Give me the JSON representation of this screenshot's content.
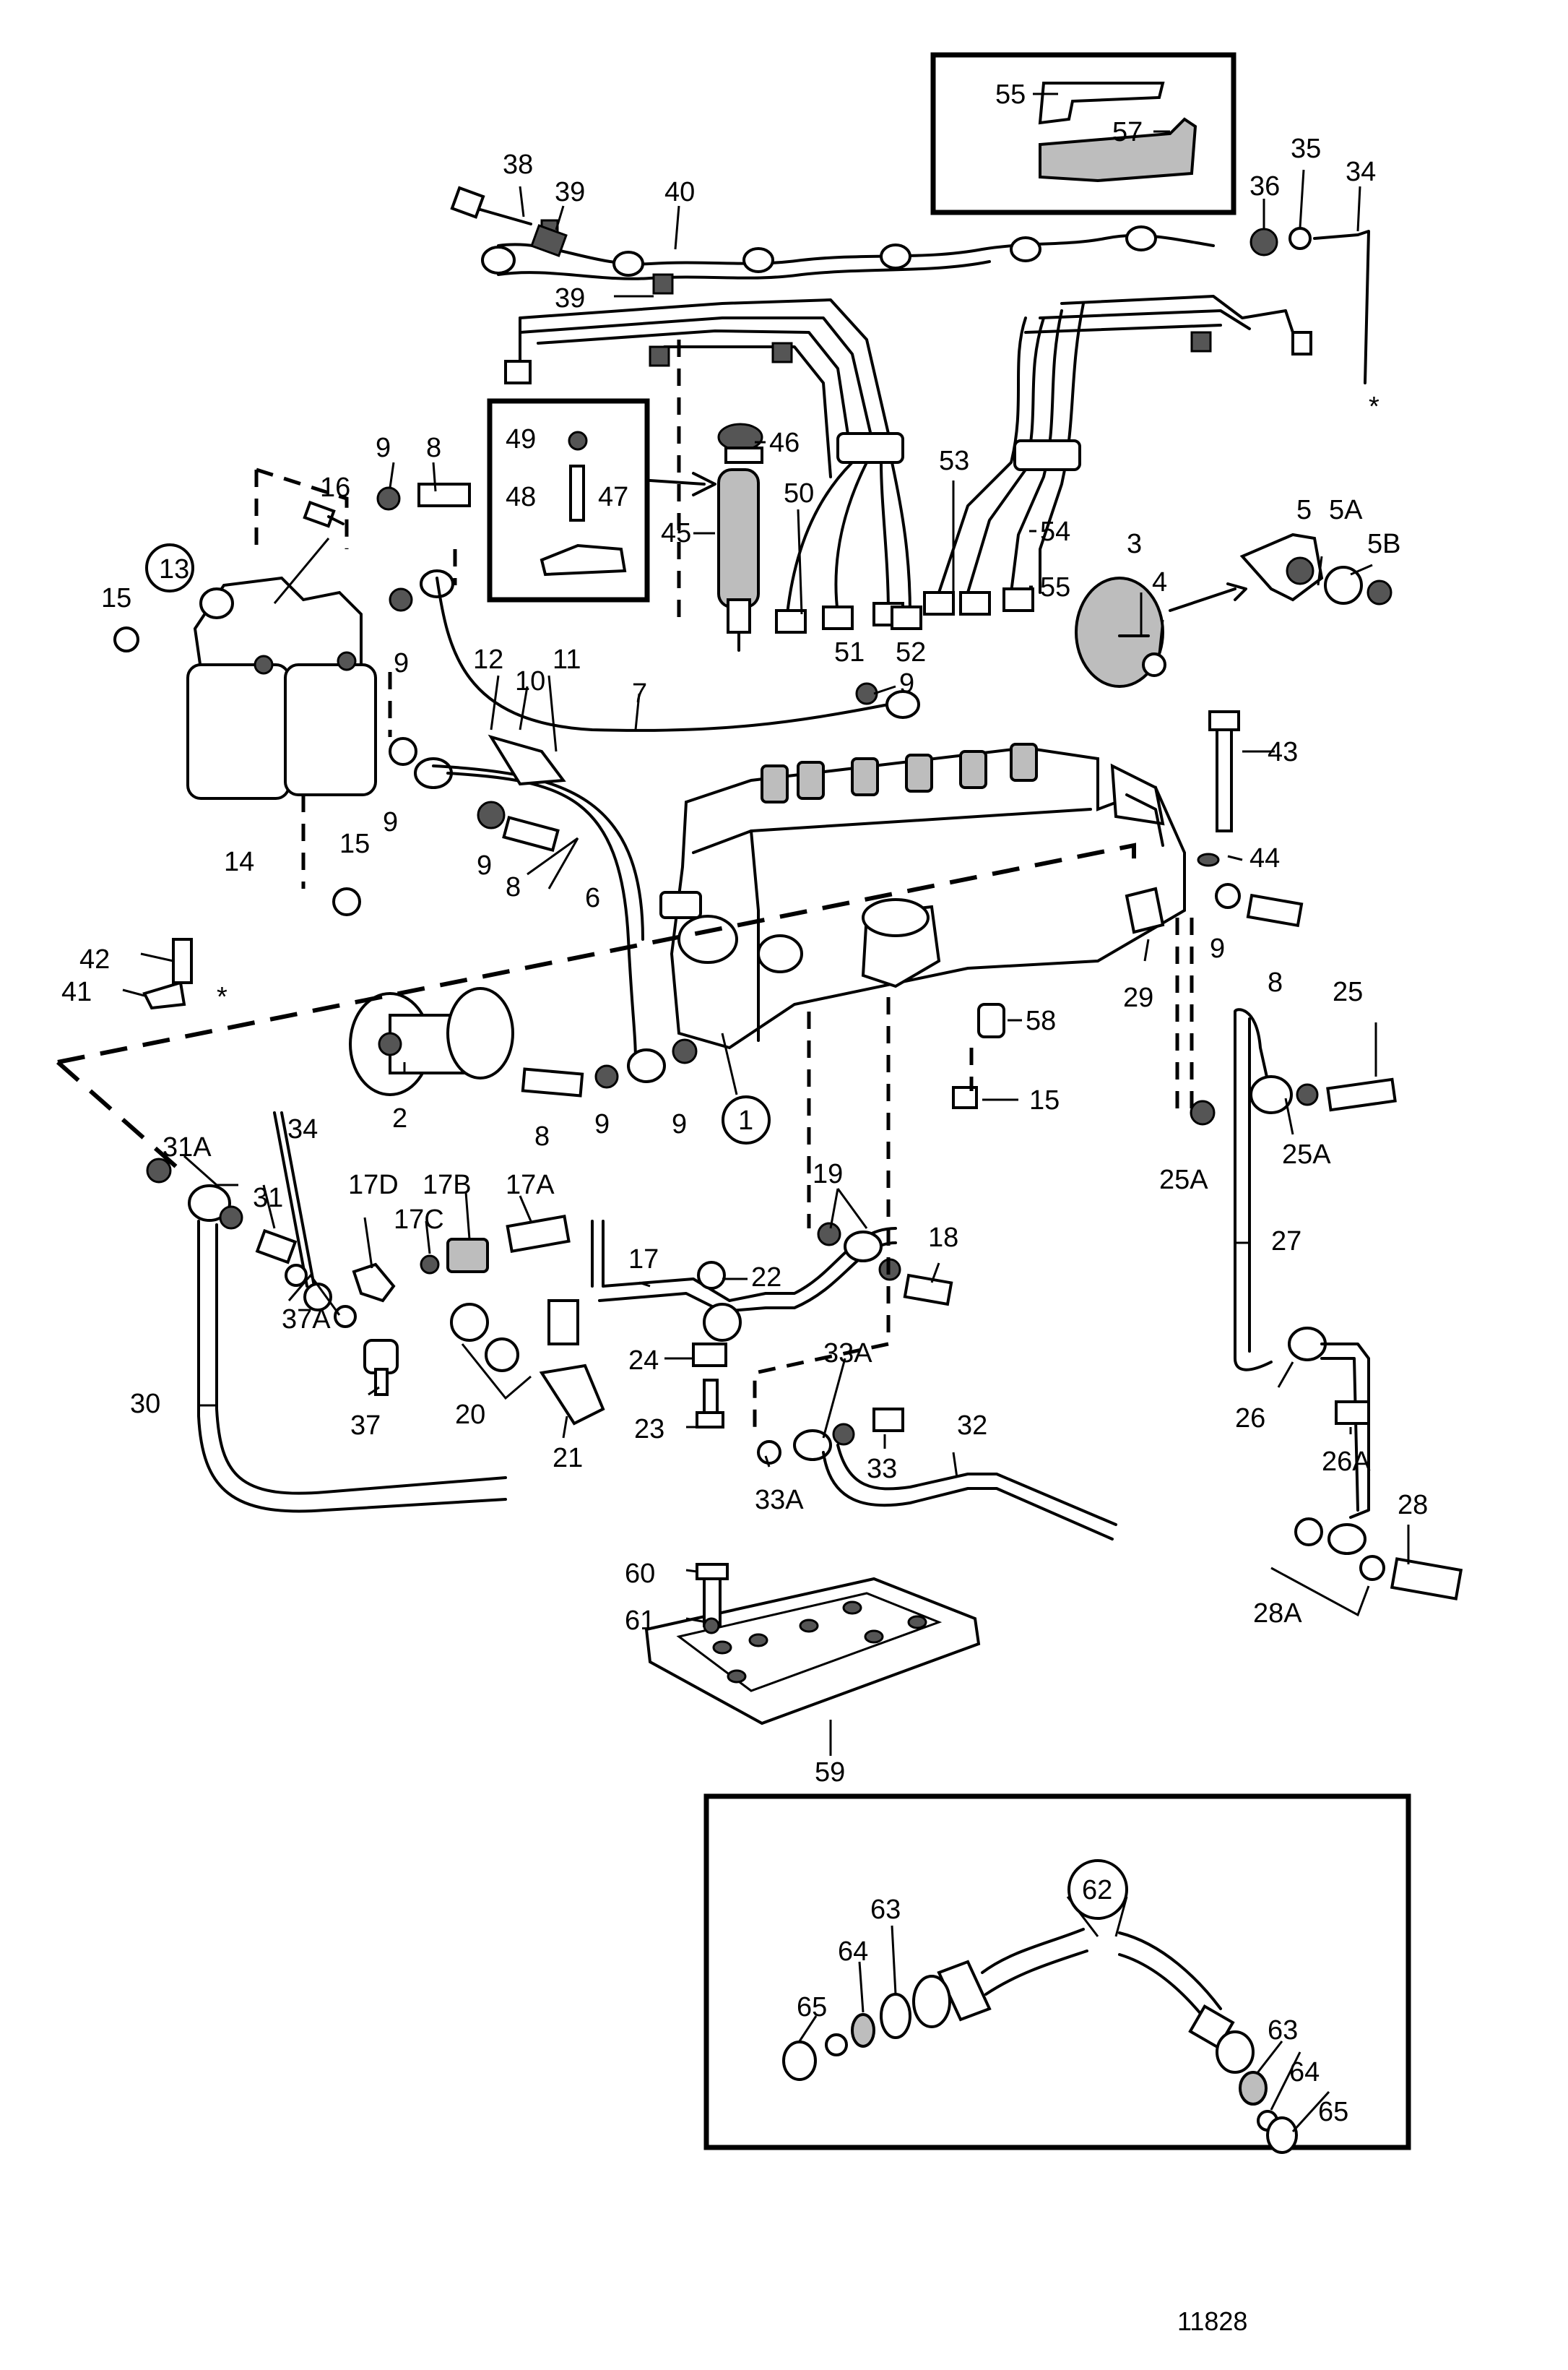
{
  "reference_number": "11828",
  "callouts": {
    "c1": "1",
    "c2": "2",
    "c3": "3",
    "c4": "4",
    "c5": "5",
    "c5A": "5A",
    "c5B": "5B",
    "c6": "6",
    "c7": "7",
    "c8a": "8",
    "c8b": "8",
    "c8c": "8",
    "c8d": "8",
    "c9a": "9",
    "c9b": "9",
    "c9c": "9",
    "c9d": "9",
    "c9e": "9",
    "c9f": "9",
    "c9g": "9",
    "c9h": "9",
    "c10": "10",
    "c11": "11",
    "c12": "12",
    "c13": "13",
    "c14": "14",
    "c15a": "15",
    "c15b": "15",
    "c15c": "15",
    "c16": "16",
    "c17": "17",
    "c17A": "17A",
    "c17B": "17B",
    "c17C": "17C",
    "c17D": "17D",
    "c18": "18",
    "c19": "19",
    "c20": "20",
    "c21": "21",
    "c22": "22",
    "c23": "23",
    "c24": "24",
    "c25": "25",
    "c25Aa": "25A",
    "c25Ab": "25A",
    "c26": "26",
    "c26A": "26A",
    "c27": "27",
    "c28": "28",
    "c28A": "28A",
    "c29": "29",
    "c30": "30",
    "c31": "31",
    "c31A": "31A",
    "c32": "32",
    "c33": "33",
    "c33Aa": "33A",
    "c33Ab": "33A",
    "c34a": "34",
    "c34b": "34",
    "c35": "35",
    "c36": "36",
    "c37": "37",
    "c37A": "37A",
    "c38": "38",
    "c39a": "39",
    "c39b": "39",
    "c40": "40",
    "c41": "41",
    "c42": "42",
    "c43": "43",
    "c44": "44",
    "c45": "45",
    "c46": "46",
    "c47": "47",
    "c48": "48",
    "c49": "49",
    "c50": "50",
    "c51": "51",
    "c52": "52",
    "c53": "53",
    "c54": "54",
    "c55a": "55",
    "c55b": "55",
    "c57": "57",
    "c58": "58",
    "c59": "59",
    "c60": "60",
    "c61": "61",
    "c62": "62",
    "c63a": "63",
    "c63b": "63",
    "c64a": "64",
    "c64b": "64",
    "c65a": "65",
    "c65b": "65"
  },
  "markers": {
    "star": "*"
  }
}
